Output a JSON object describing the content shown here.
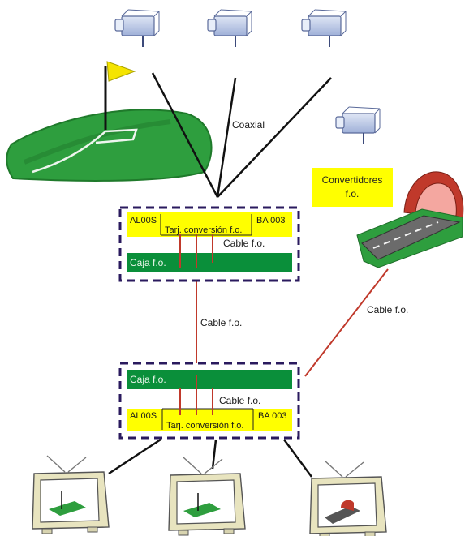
{
  "labels": {
    "coaxial": "Coaxial",
    "converters_line1": "Convertidores",
    "converters_line2": "f.o."
  },
  "upper_unit": {
    "left_tag": "AL00S",
    "card_label": "Tarj. conversión f.o.",
    "right_tag": "BA 003",
    "cable_label": "Cable f.o.",
    "box_label": "Caja f.o."
  },
  "link_label": "Cable f.o.",
  "tunnel_link_label": "Cable f.o.",
  "lower_unit": {
    "box_label": "Caja f.o.",
    "cable_label": "Cable f.o.",
    "left_tag": "AL00S",
    "card_label": "Tarj. conversión f.o.",
    "right_tag": "BA 003"
  },
  "colors": {
    "yellow": "#ffff00",
    "green_box": "#0a8f3a",
    "fiber_red": "#c0392b",
    "dash_border": "#2a1a5e",
    "grass": "#2e9e3e"
  },
  "icons": [
    "camera-icon",
    "golf-course-icon",
    "tunnel-road-icon",
    "tv-monitor-icon"
  ]
}
